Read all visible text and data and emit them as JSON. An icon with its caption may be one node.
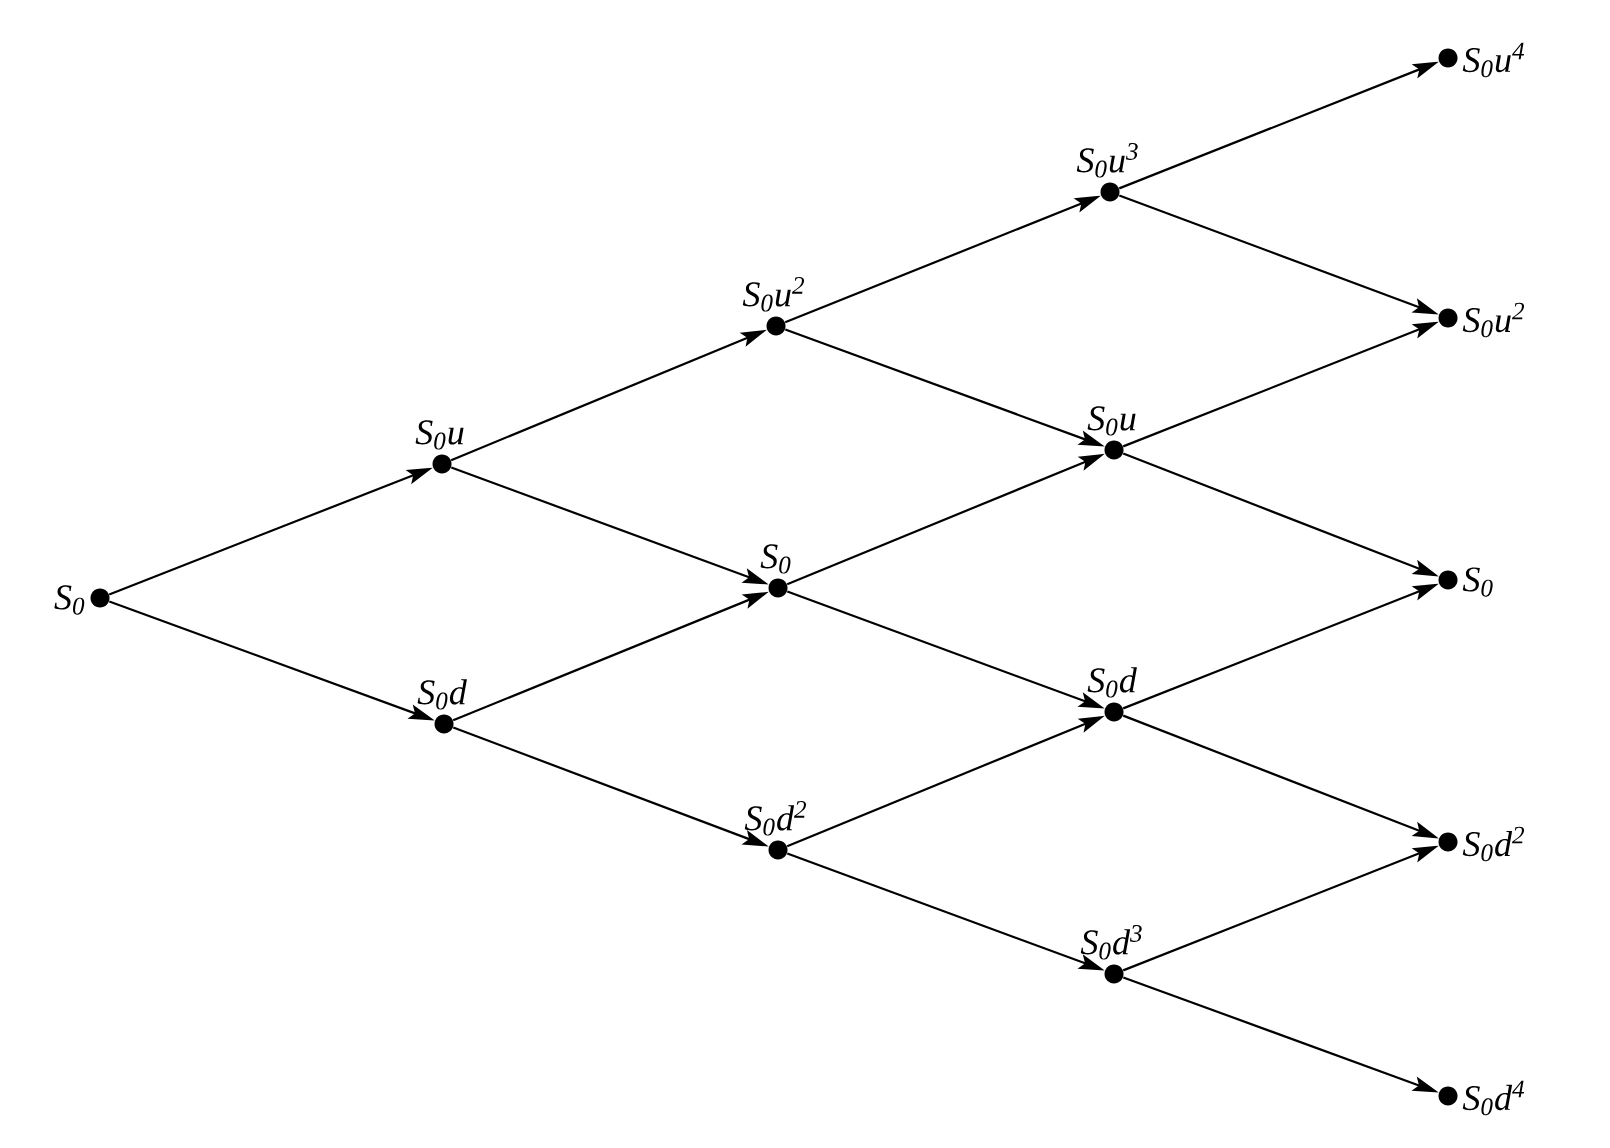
{
  "diagram": {
    "nodes": [
      {
        "text": [
          "S$_{0}$"
        ]
      },
      {
        "text": [
          "S$_{0}$u"
        ]
      },
      {
        "text": [
          "S$_{0}$d"
        ]
      },
      {
        "text": [
          "S$_{0}$u$^{2}$"
        ]
      },
      {
        "text": [
          "S$_{0}$"
        ]
      },
      {
        "text": [
          "S$_{0}$d$^{2}$"
        ]
      },
      {
        "text": [
          "S$_{0}$u$^{3}$"
        ]
      },
      {
        "text": [
          "S$_{0}$u"
        ]
      },
      {
        "text": [
          "S$_{0}$d"
        ]
      },
      {
        "text": [
          "S$_{0}$d$^{3}$"
        ]
      },
      {
        "text": [
          "S$_{0}$u$^{4}$"
        ]
      },
      {
        "text": [
          "S$_{0}$u$^{2}$"
        ]
      },
      {
        "text": [
          "S$_{0}$"
        ]
      },
      {
        "text": [
          "S$_{0}$d$^{2}$"
        ]
      },
      {
        "text": [
          "S$_{0}$d$^{4}$"
        ]
      }
    ],
    "edges": [
      {
        "from": 0,
        "to": 1,
        "arrow": "to"
      },
      {
        "from": 0,
        "to": 2,
        "arrow": "to"
      },
      {
        "from": 1,
        "to": 3,
        "arrow": "to"
      },
      {
        "from": 1,
        "to": 4,
        "arrow": "to"
      },
      {
        "from": 2,
        "to": 4,
        "arrow": "to"
      },
      {
        "from": 2,
        "to": 5,
        "arrow": "to"
      },
      {
        "from": 3,
        "to": 6,
        "arrow": "to"
      },
      {
        "from": 3,
        "to": 7,
        "arrow": "to"
      },
      {
        "from": 4,
        "to": 7,
        "arrow": "to"
      },
      {
        "from": 4,
        "to": 8,
        "arrow": "to"
      },
      {
        "from": 5,
        "to": 8,
        "arrow": "to"
      },
      {
        "from": 5,
        "to": 9,
        "arrow": "to"
      },
      {
        "from": 6,
        "to": 10,
        "arrow": "to"
      },
      {
        "from": 6,
        "to": 11,
        "arrow": "to"
      },
      {
        "from": 7,
        "to": 11,
        "arrow": "to"
      },
      {
        "from": 7,
        "to": 12,
        "arrow": "to"
      },
      {
        "from": 8,
        "to": 12,
        "arrow": "to"
      },
      {
        "from": 8,
        "to": 13,
        "arrow": "to"
      },
      {
        "from": 9,
        "to": 13,
        "arrow": "to"
      },
      {
        "from": 9,
        "to": 14,
        "arrow": "to"
      }
    ]
  }
}
